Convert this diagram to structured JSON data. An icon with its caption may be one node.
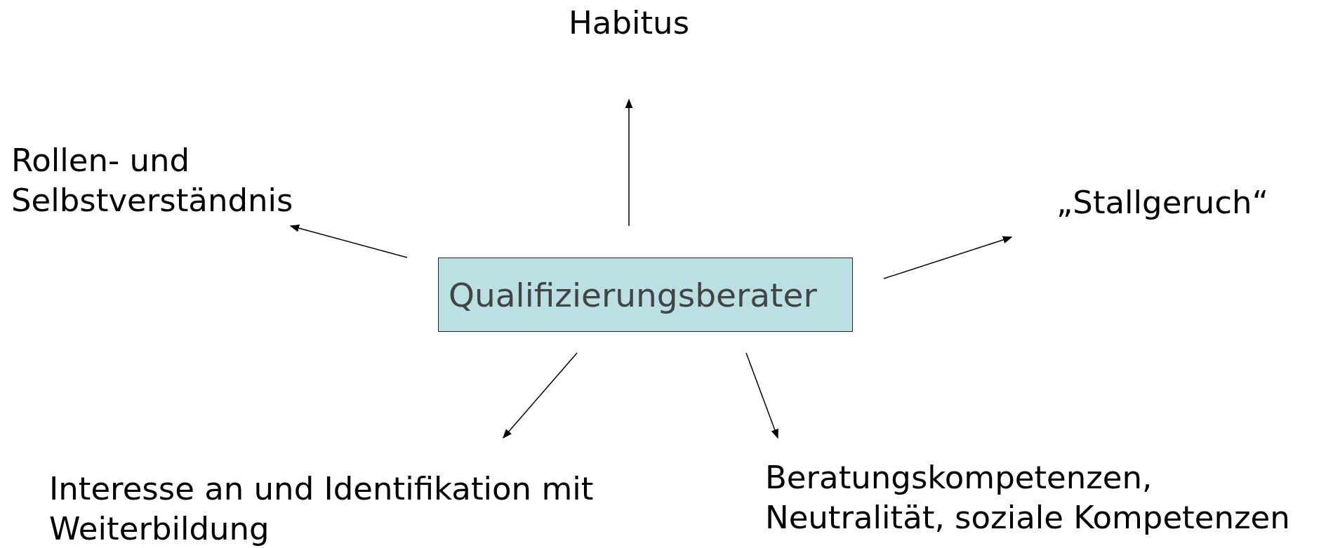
{
  "diagram": {
    "nodes": [
      {
        "text": [
          "Habitus"
        ]
      },
      {
        "text": [
          "Rollen- und Selbstverständnis"
        ]
      },
      {
        "text": [
          "„Stallgeruch“"
        ]
      },
      {
        "text": [
          "Qualifizierungsberater"
        ]
      },
      {
        "text": [
          "Interesse an und Identifikation mit Weiterbildung"
        ]
      },
      {
        "text": [
          "Beratungskompetenzen, Neutralität, soziale Kompetenzen"
        ]
      }
    ],
    "edges": [
      {
        "from": 3,
        "to": 0,
        "arrow": "to"
      },
      {
        "from": 3,
        "to": 1,
        "arrow": "to"
      },
      {
        "from": 3,
        "to": 2,
        "arrow": "to"
      },
      {
        "from": 3,
        "to": 4,
        "arrow": "to"
      },
      {
        "from": 3,
        "to": 5,
        "arrow": "to"
      }
    ]
  }
}
